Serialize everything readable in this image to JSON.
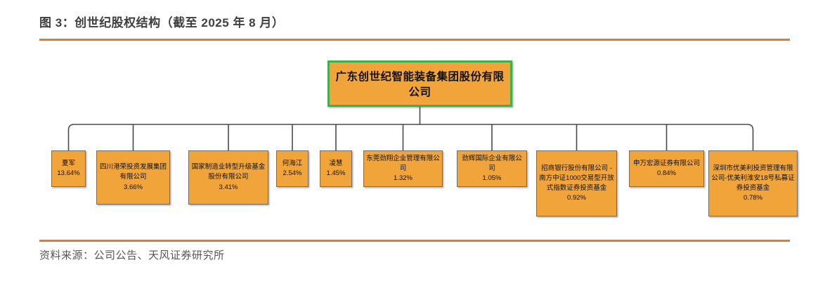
{
  "figure": {
    "title": "图 3：创世纪股权结构（截至 2025 年 8 月）",
    "source": "资料来源：公司公告、天风证券研究所"
  },
  "colors": {
    "accent_orange_rule": "#E8782B",
    "box_fill_orange": "#F1A43A",
    "parent_border_green": "#3FB04C",
    "connector_gray": "#4a4a4a",
    "title_text": "#3f3f3f",
    "source_text": "#565656"
  },
  "chart": {
    "type": "org-chart",
    "parent": {
      "name": "广东创世纪智能装备集团股份有限公司"
    },
    "children": [
      {
        "name": "夏军",
        "pct": "13.64%"
      },
      {
        "name": "四川港荣投资发展集团有限公司",
        "pct": "3.66%"
      },
      {
        "name": "国家制造业转型升级基金股份有限公司",
        "pct": "3.41%"
      },
      {
        "name": "何海江",
        "pct": "2.54%"
      },
      {
        "name": "凌慧",
        "pct": "1.45%"
      },
      {
        "name": "东莞劲翔企业管理有限公司",
        "pct": "1.32%"
      },
      {
        "name": "劲辉国际企业有限公司",
        "pct": "1.05%"
      },
      {
        "name": "招商银行股份有限公司 - 南方中证1000交易型开放式指数证券投资基金",
        "pct": "0.92%"
      },
      {
        "name": "申万宏源证券有限公司",
        "pct": "0.84%"
      },
      {
        "name": "深圳市优美利投资管理有限公司-优美利淮安18号私募证券投资基金",
        "pct": "0.78%"
      }
    ]
  }
}
